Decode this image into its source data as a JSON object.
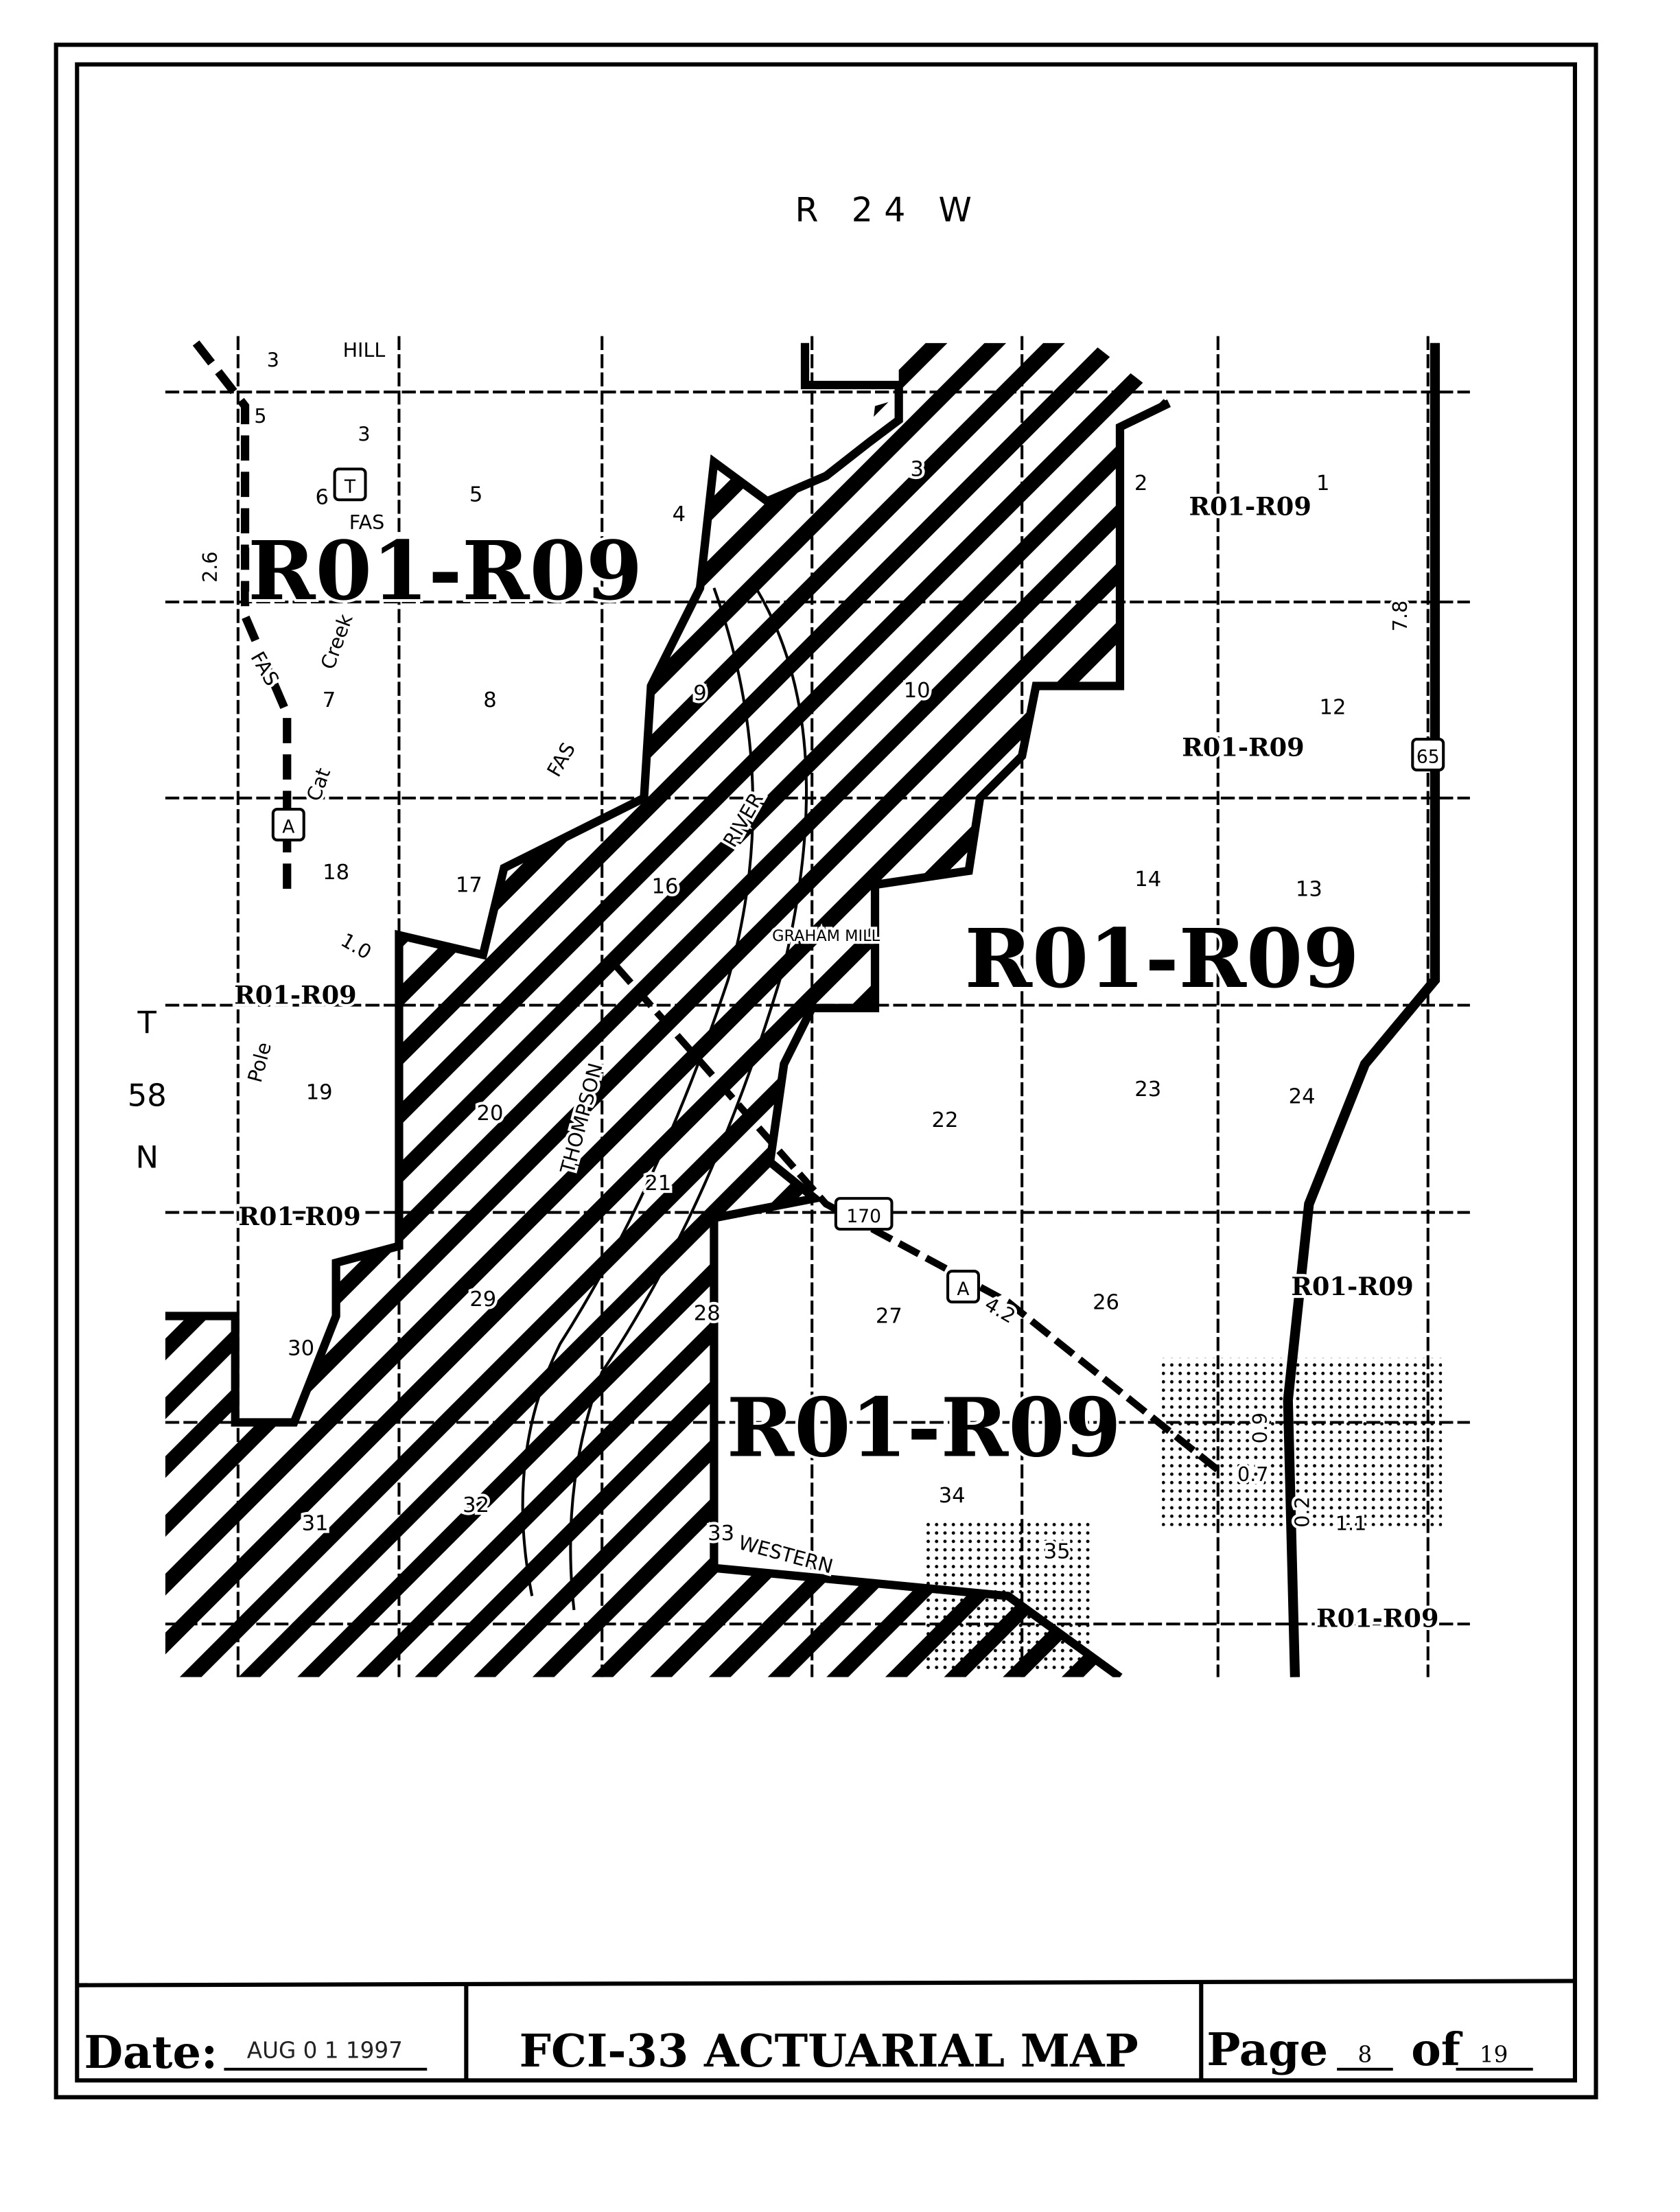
{
  "map": {
    "range_label": "R 24 W",
    "township_label": [
      "T",
      "58",
      "N"
    ],
    "section_numbers": [
      "6",
      "5",
      "4",
      "3",
      "2",
      "1",
      "7",
      "8",
      "9",
      "10",
      "12",
      "18",
      "17",
      "16",
      "14",
      "13",
      "19",
      "20",
      "21",
      "22",
      "23",
      "24",
      "30",
      "29",
      "28",
      "27",
      "26",
      "31",
      "32",
      "33",
      "34",
      "35"
    ],
    "zone_labels_large": [
      "R01-R09",
      "R01-R09",
      "R01-R09"
    ],
    "zone_labels_small": [
      "R01-R09",
      "R01-R09",
      "R01-R09",
      "R01-R09",
      "R01-R09",
      "R01-R09"
    ],
    "place_labels": [
      "HILL",
      "FAS",
      "FAS",
      "Cat",
      "Creek",
      "FAS",
      "RIVER",
      "GRAHAM MILL",
      "THOMPSON",
      "WESTERN",
      "Pole"
    ],
    "route_shields": [
      "T",
      "A",
      "170",
      "65",
      "A"
    ],
    "distance_labels": [
      "2.6",
      "7.8",
      "1.0",
      "4.2",
      "0.9",
      "0.7",
      "0.2",
      "1.1",
      "3",
      "5",
      "3"
    ]
  },
  "footer": {
    "date_label": "Date:",
    "date_value": "AUG 0 1 1997",
    "title": "FCI-33 ACTUARIAL MAP",
    "page_label": "Page",
    "page_number": "8",
    "of_label": "of",
    "page_total": "19"
  }
}
